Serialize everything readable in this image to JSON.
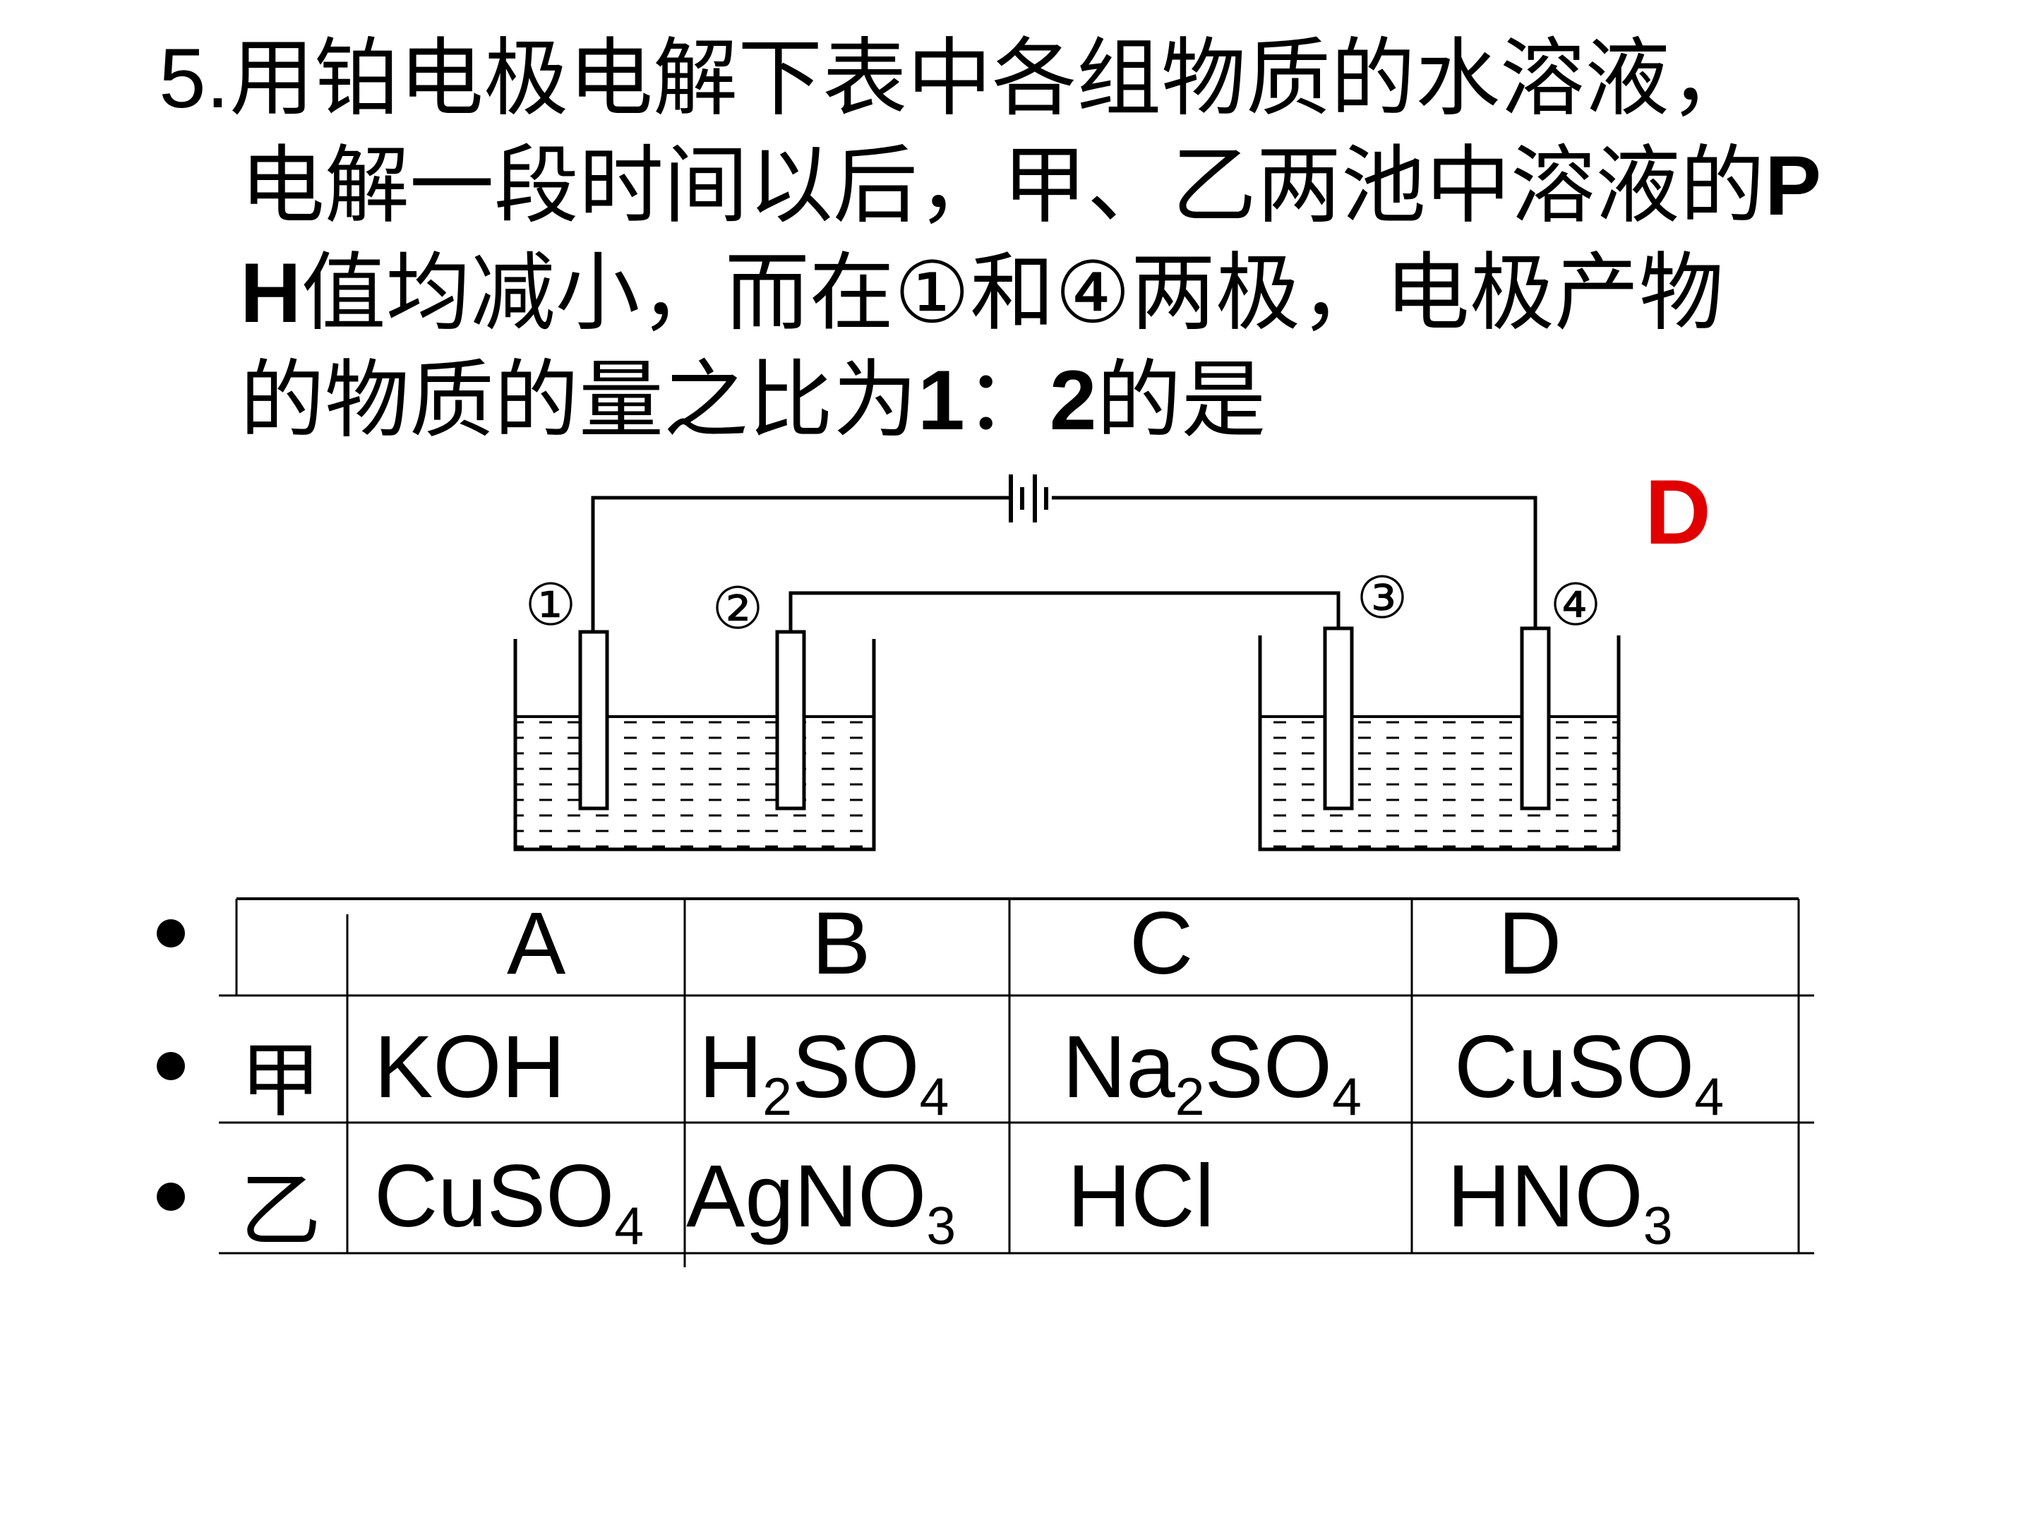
{
  "question": {
    "number": "5.",
    "line1": "用铂电极电解下表中各组物质的水溶液，",
    "line2_a": "电解一段时间以后，甲、乙两池中溶液的",
    "line2_b": "P",
    "line3_a": "H",
    "line3_b": "值均减小，而在①和④两极，电极产物",
    "line4_a": "的物质的量之比为",
    "line4_b": "1",
    "line4_c": "：",
    "line4_d": "2",
    "line4_e": "的是"
  },
  "answer": {
    "text": "D",
    "color": "#e00000"
  },
  "diagram": {
    "electrode_labels": [
      "①",
      "②",
      "③",
      "④"
    ],
    "component": "battery"
  },
  "table": {
    "headers": [
      "A",
      "B",
      "C",
      "D"
    ],
    "rows": [
      {
        "label": "甲",
        "cells": [
          {
            "main": "KOH"
          },
          {
            "pre": "H",
            "sub1": "2",
            "mid": "SO",
            "sub2": "4"
          },
          {
            "pre": "Na",
            "sub1": "2",
            "mid": "SO",
            "sub2": "4"
          },
          {
            "pre": "CuSO",
            "sub1": "4"
          }
        ]
      },
      {
        "label": "乙",
        "cells": [
          {
            "pre": "CuSO",
            "sub1": "4"
          },
          {
            "pre": "AgNO",
            "sub1": "3"
          },
          {
            "main": "HCl"
          },
          {
            "pre": "HNO",
            "sub1": "3"
          }
        ]
      }
    ]
  }
}
